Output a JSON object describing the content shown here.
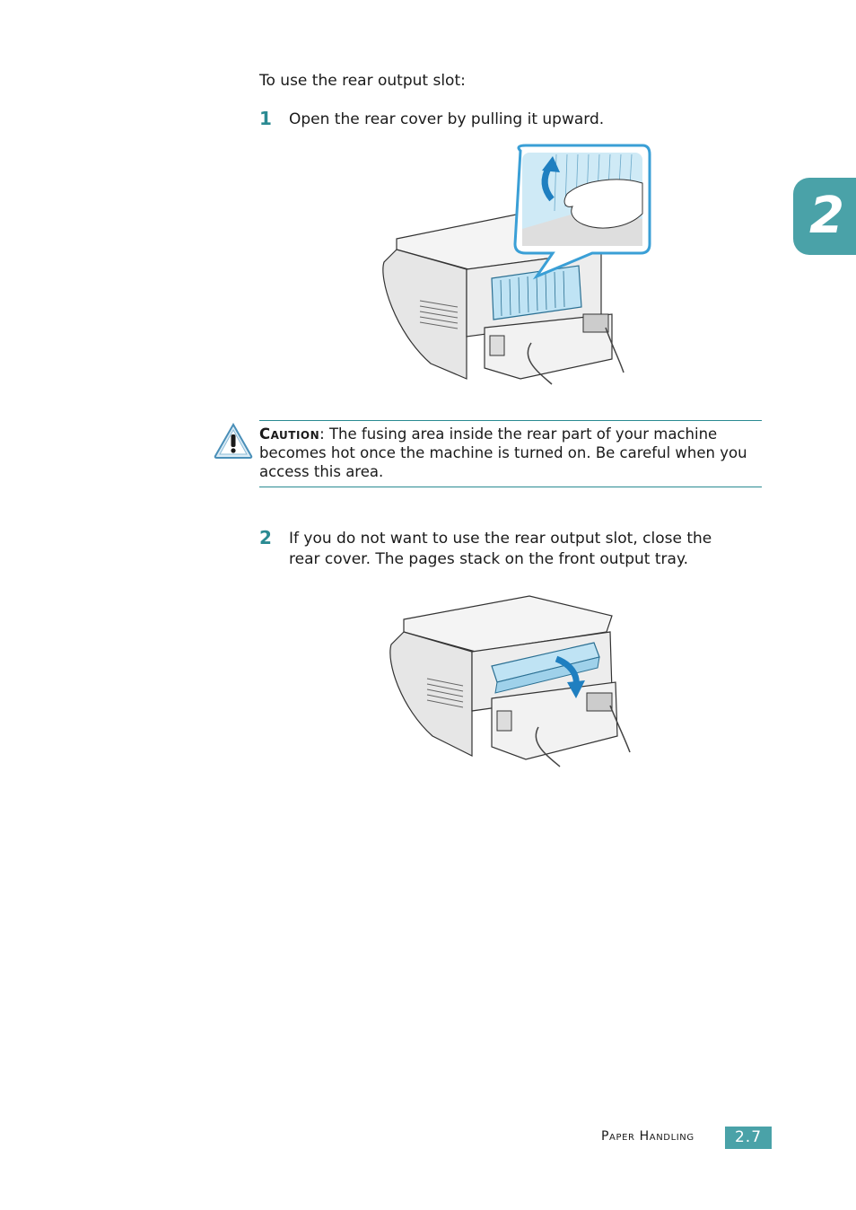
{
  "chapter_tab": {
    "number": "2"
  },
  "intro": "To use the rear output slot:",
  "steps": [
    {
      "number": "1",
      "text": "Open the rear cover by pulling it upward."
    },
    {
      "number": "2",
      "text": "If you do not want to use the rear output slot, close the rear cover. The pages stack on the front output tray."
    }
  ],
  "caution": {
    "label": "Caution",
    "text": ": The fusing area inside the rear part of your machine becomes hot once the machine is turned on. Be careful when you access this area."
  },
  "footer": {
    "section": "Paper Handling",
    "page": "2.7"
  },
  "colors": {
    "accent": "#4aa2a8",
    "step_number": "#2a8a92",
    "illustration_blue": "#3a9fd6"
  },
  "icons": [
    "caution-icon",
    "arrow-up-icon",
    "arrow-down-icon"
  ]
}
